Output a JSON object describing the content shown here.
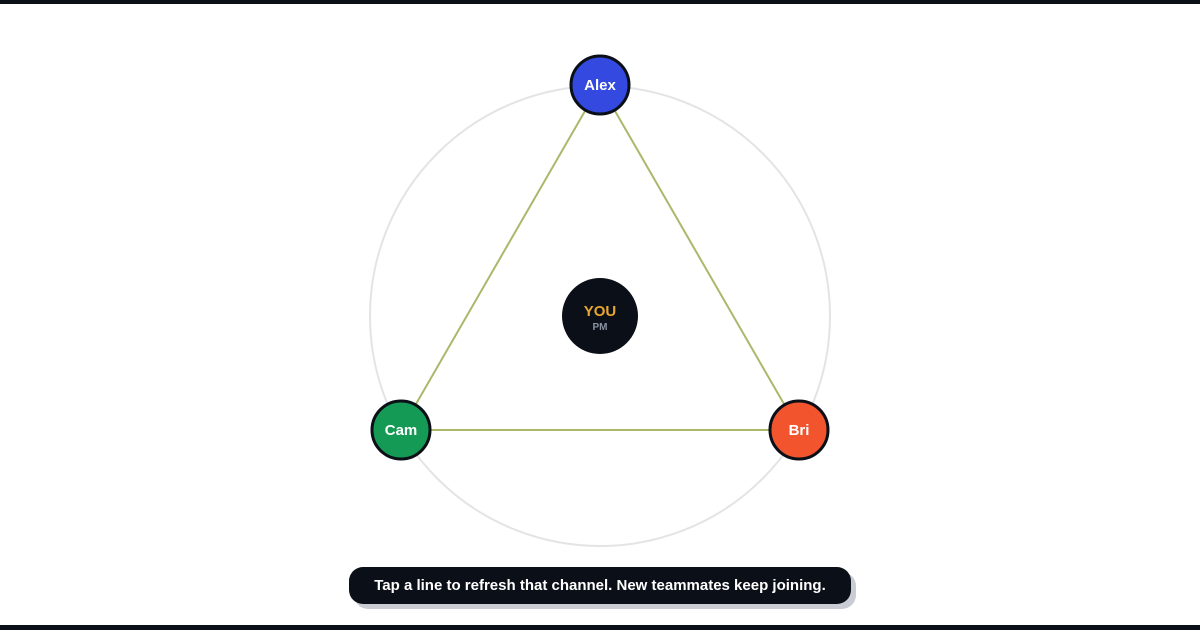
{
  "center": {
    "label": "YOU",
    "role": "PM",
    "fill": "#0b0f17",
    "label_color": "#e8a730"
  },
  "teammates": [
    {
      "id": "alex",
      "name": "Alex",
      "color": "#3349e0",
      "icon": "avatar-circle"
    },
    {
      "id": "bri",
      "name": "Bri",
      "color": "#f2542d",
      "icon": "avatar-circle"
    },
    {
      "id": "cam",
      "name": "Cam",
      "color": "#159a55",
      "icon": "avatar-circle"
    }
  ],
  "channels": [
    {
      "from": "alex",
      "to": "bri"
    },
    {
      "from": "bri",
      "to": "cam"
    },
    {
      "from": "cam",
      "to": "alex"
    }
  ],
  "colors": {
    "channel_line": "#a9b86a",
    "orbit_ring": "#e4e4e4",
    "node_outline": "#0b0f17"
  },
  "hint": {
    "text": "Tap a line to refresh that channel. New teammates keep joining."
  }
}
